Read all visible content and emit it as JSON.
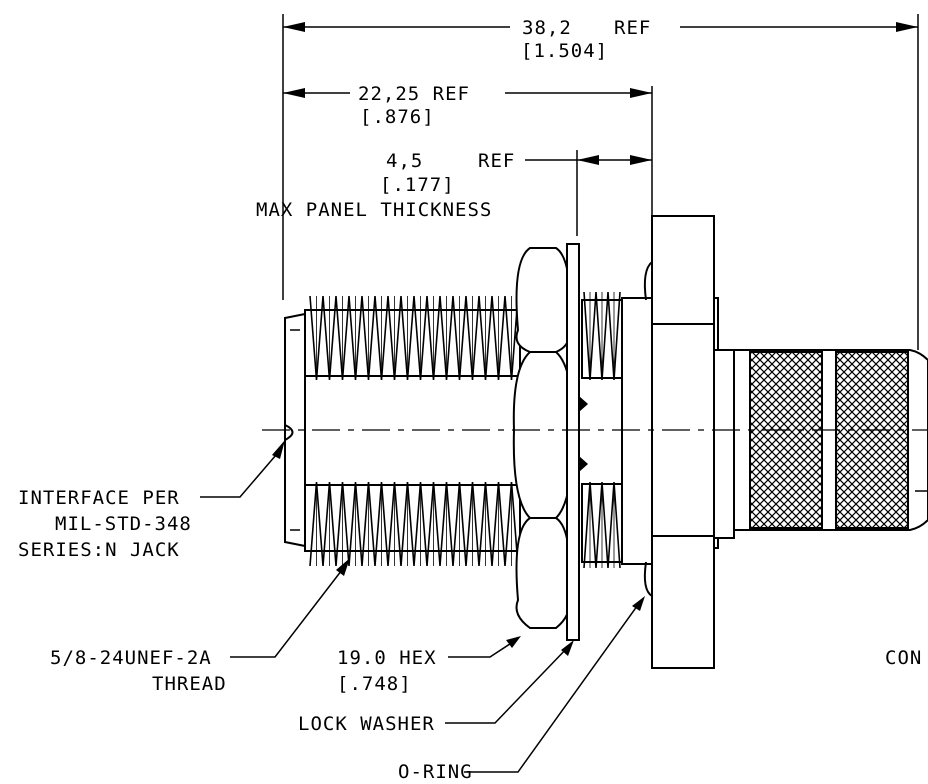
{
  "dimensions": {
    "overall": {
      "metric": "38,2",
      "ref": "REF",
      "imperial": "[1.504]"
    },
    "to_flange": {
      "metric": "22,25 REF",
      "imperial": "[.876]"
    },
    "panel": {
      "metric": "4,5",
      "ref": "REF",
      "imperial": "[.177]",
      "note": "MAX PANEL THICKNESS"
    }
  },
  "callouts": {
    "interface": [
      "INTERFACE PER",
      "MIL-STD-348",
      "SERIES:N JACK"
    ],
    "thread": [
      "5/8-24UNEF-2A",
      "THREAD"
    ],
    "hex": [
      "19.0 HEX",
      "[.748]"
    ],
    "lock_washer": "LOCK WASHER",
    "oring": "O-RING",
    "right_cut": "CON"
  },
  "colors": {
    "line": "#000000",
    "background": "#ffffff"
  }
}
